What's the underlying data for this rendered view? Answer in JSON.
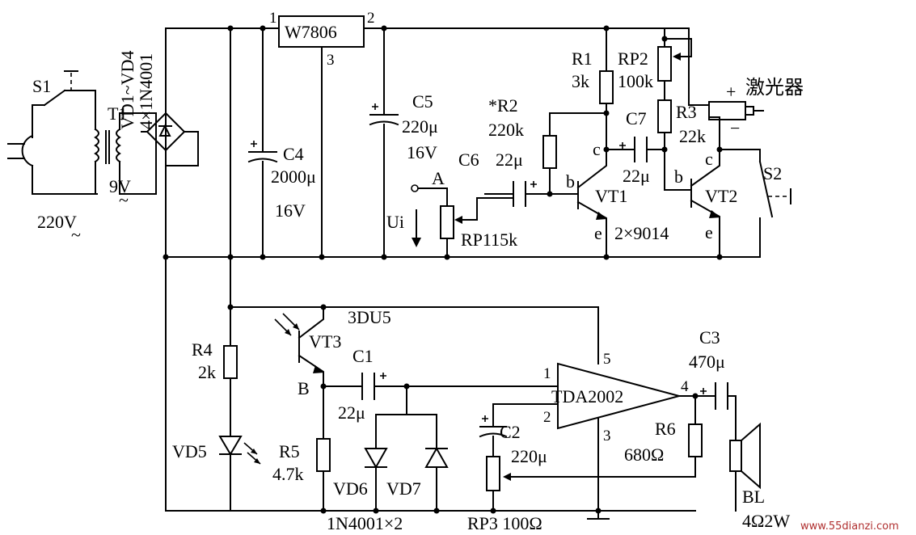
{
  "labels": {
    "s1": "S1",
    "t1": "T1",
    "v220": "220V",
    "ac_symbol": "~",
    "v9": "9V",
    "bridge": "VD1~VD4",
    "bridge_type": "4×1N4001",
    "reg": "W7806",
    "reg_pin1": "1",
    "reg_pin2": "2",
    "reg_pin3": "3",
    "c4": "C4",
    "c4_val": "2000μ",
    "c4_volt": "16V",
    "c5": "C5",
    "c5_val": "220μ",
    "c5_volt": "16V",
    "r2": "*R2",
    "r2_val": "220k",
    "c6": "C6",
    "c6_val": "22μ",
    "r1": "R1",
    "r1_val": "3k",
    "rp2": "RP2",
    "rp2_val": "100k",
    "c7": "C7",
    "c7_val": "22μ",
    "r3": "R3",
    "r3_val": "22k",
    "laser": "激光器",
    "plus": "+",
    "minus": "−",
    "s2": "S2",
    "node_a": "A",
    "ui": "Ui",
    "rp1": "RP115k",
    "vt1": "VT1",
    "vt2": "VT2",
    "vt_type": "2×9014",
    "b": "b",
    "c": "c",
    "e": "e",
    "vt3": "VT3",
    "vt3_type": "3DU5",
    "r4": "R4",
    "r4_val": "2k",
    "vd5": "VD5",
    "node_b": "B",
    "c1": "C1",
    "c1_val": "22μ",
    "r5": "R5",
    "r5_val": "4.7k",
    "vd6": "VD6",
    "vd7": "VD7",
    "diode_type": "1N4001×2",
    "c2": "C2",
    "c2_val": "220μ",
    "amp": "TDA2002",
    "amp_pin1": "1",
    "amp_pin2": "2",
    "amp_pin3": "3",
    "amp_pin4": "4",
    "amp_pin5": "5",
    "rp3": "RP3 100Ω",
    "c3": "C3",
    "c3_val": "470μ",
    "r6": "R6",
    "r6_val": "680Ω",
    "bl": "BL",
    "bl_val": "4Ω2W",
    "watermark": "www.55dianzi.com"
  }
}
